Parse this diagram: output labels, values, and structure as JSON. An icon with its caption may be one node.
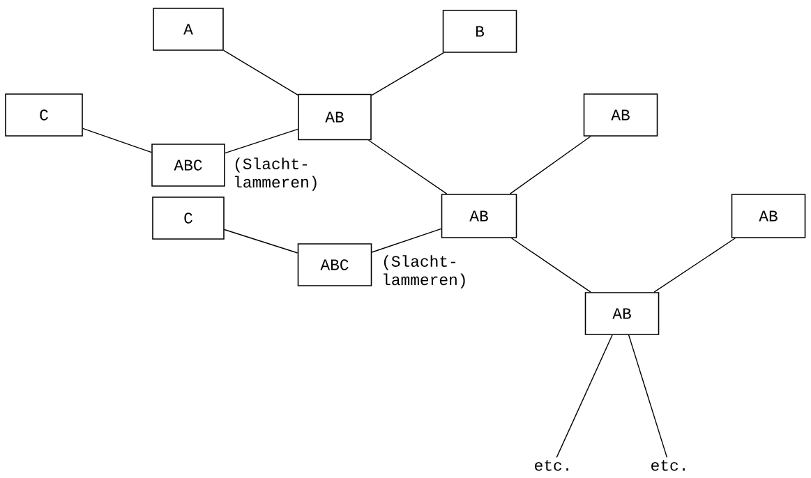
{
  "diagram": {
    "nodes": [
      {
        "text": [
          "A"
        ]
      },
      {
        "text": [
          "B"
        ]
      },
      {
        "text": [
          "C"
        ]
      },
      {
        "text": [
          "AB"
        ]
      },
      {
        "text": [
          "AB"
        ]
      },
      {
        "text": [
          "ABC"
        ],
        "beside": [
          "(Slacht- lammeren)"
        ]
      },
      {
        "text": [
          "C"
        ]
      },
      {
        "text": [
          "AB"
        ]
      },
      {
        "text": [
          "AB"
        ]
      },
      {
        "text": [
          "ABC"
        ],
        "beside": [
          "(Slacht- lammeren)"
        ]
      },
      {
        "text": [
          "AB"
        ]
      },
      {
        "text": [
          "etc."
        ]
      },
      {
        "text": [
          "etc."
        ]
      }
    ],
    "edges": [
      {
        "from": 0,
        "to": 3,
        "arrow": "none"
      },
      {
        "from": 1,
        "to": 3,
        "arrow": "none"
      },
      {
        "from": 2,
        "to": 5,
        "arrow": "none"
      },
      {
        "from": 3,
        "to": 5,
        "arrow": "none"
      },
      {
        "from": 3,
        "to": 7,
        "arrow": "none"
      },
      {
        "from": 4,
        "to": 7,
        "arrow": "none"
      },
      {
        "from": 6,
        "to": 9,
        "arrow": "none"
      },
      {
        "from": 9,
        "to": 7,
        "arrow": "none"
      },
      {
        "from": 7,
        "to": 10,
        "arrow": "none"
      },
      {
        "from": 8,
        "to": 10,
        "arrow": "none"
      },
      {
        "from": 10,
        "to": 11,
        "arrow": "none"
      },
      {
        "from": 10,
        "to": 12,
        "arrow": "none"
      }
    ]
  }
}
